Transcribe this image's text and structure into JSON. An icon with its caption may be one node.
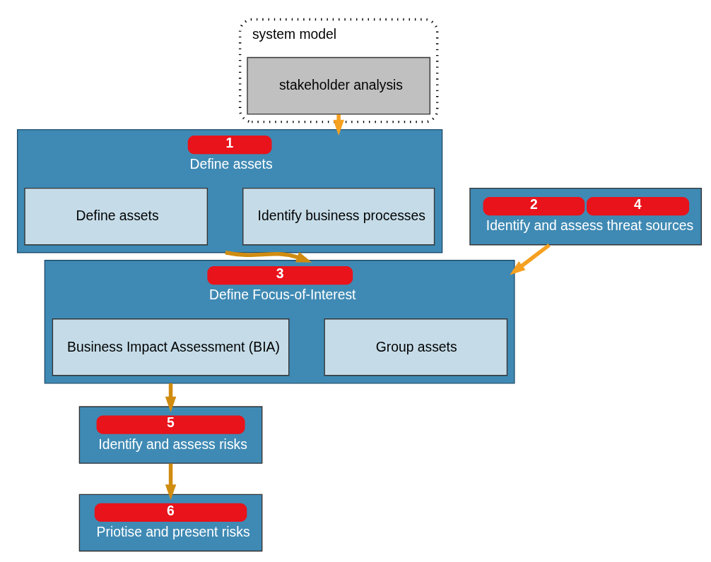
{
  "diagram": {
    "nodes": [
      {
        "text": [
          "system model"
        ]
      },
      {
        "text": [
          "stakeholder analysis"
        ],
        "in": 0
      },
      {
        "text": [
          "1",
          "Define assets"
        ]
      },
      {
        "text": [
          "Identify business processes"
        ],
        "in": 2
      },
      {
        "text": [
          "Define assets"
        ],
        "in": 2
      },
      {
        "text": [
          "2",
          "4",
          "Identify and assess threat sources"
        ]
      },
      {
        "text": [
          "3",
          "Define Focus-of-Interest"
        ]
      },
      {
        "text": [
          "Group assets"
        ],
        "in": 6
      },
      {
        "text": [
          "Business Impact Assessment (BIA)"
        ],
        "in": 6
      },
      {
        "text": [
          "5",
          "Identify and assess risks"
        ]
      },
      {
        "text": [
          "6",
          "Priotise and present risks"
        ]
      }
    ],
    "edges": [
      {
        "from": 1,
        "to": 2,
        "arrow": "to",
        "color": "#f5a020"
      },
      {
        "from": 2,
        "to": 6,
        "arrow": "to"
      },
      {
        "from": 5,
        "to": 6,
        "arrow": "to",
        "color": "#f5a020"
      },
      {
        "from": 6,
        "to": 9,
        "arrow": "to"
      },
      {
        "from": 9,
        "to": 10,
        "arrow": "to"
      }
    ]
  }
}
